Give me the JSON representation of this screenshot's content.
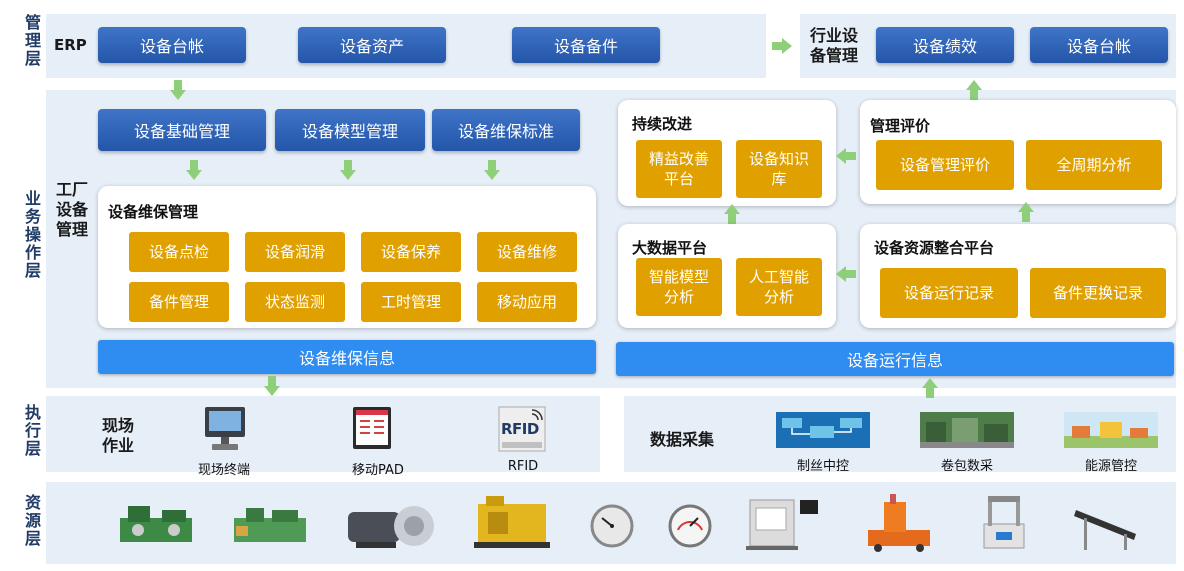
{
  "layers": {
    "management": "管理层",
    "business": "业务操作层",
    "execution": "执行层",
    "resource": "资源层"
  },
  "management": {
    "erp_label": "ERP",
    "erp_items": [
      "设备台帐",
      "设备资产",
      "设备备件"
    ],
    "industry_label": "行业设备管理",
    "industry_items": [
      "设备绩效",
      "设备台帐"
    ]
  },
  "business": {
    "factory_label": "工厂设备管理",
    "top_items": [
      "设备基础管理",
      "设备模型管理",
      "设备维保标准"
    ],
    "maintenance": {
      "title": "设备维保管理",
      "items": [
        "设备点检",
        "设备润滑",
        "设备保养",
        "设备维修",
        "备件管理",
        "状态监测",
        "工时管理",
        "移动应用"
      ]
    },
    "maintenance_info": "设备维保信息",
    "continuous": {
      "title": "持续改进",
      "items": [
        "精益改善平台",
        "设备知识库"
      ]
    },
    "evaluation": {
      "title": "管理评价",
      "items": [
        "设备管理评价",
        "全周期分析"
      ]
    },
    "bigdata": {
      "title": "大数据平台",
      "items": [
        "智能模型分析",
        "人工智能分析"
      ]
    },
    "integration": {
      "title": "设备资源整合平台",
      "items": [
        "设备运行记录",
        "备件更换记录"
      ]
    },
    "operation_info": "设备运行信息"
  },
  "execution": {
    "onsite_label": "现场作业",
    "onsite_items": [
      "现场终端",
      "移动PAD",
      "RFID"
    ],
    "rfid_text": "RFID",
    "collect_label": "数据采集",
    "collect_items": [
      "制丝中控",
      "卷包数采",
      "能源管控"
    ]
  },
  "colors": {
    "band": "#e6eef8",
    "blue_button": "#2f62b8",
    "yellow_button": "#e0a100",
    "info_bar": "#2f8cf0",
    "arrow": "#8fcf7a"
  }
}
